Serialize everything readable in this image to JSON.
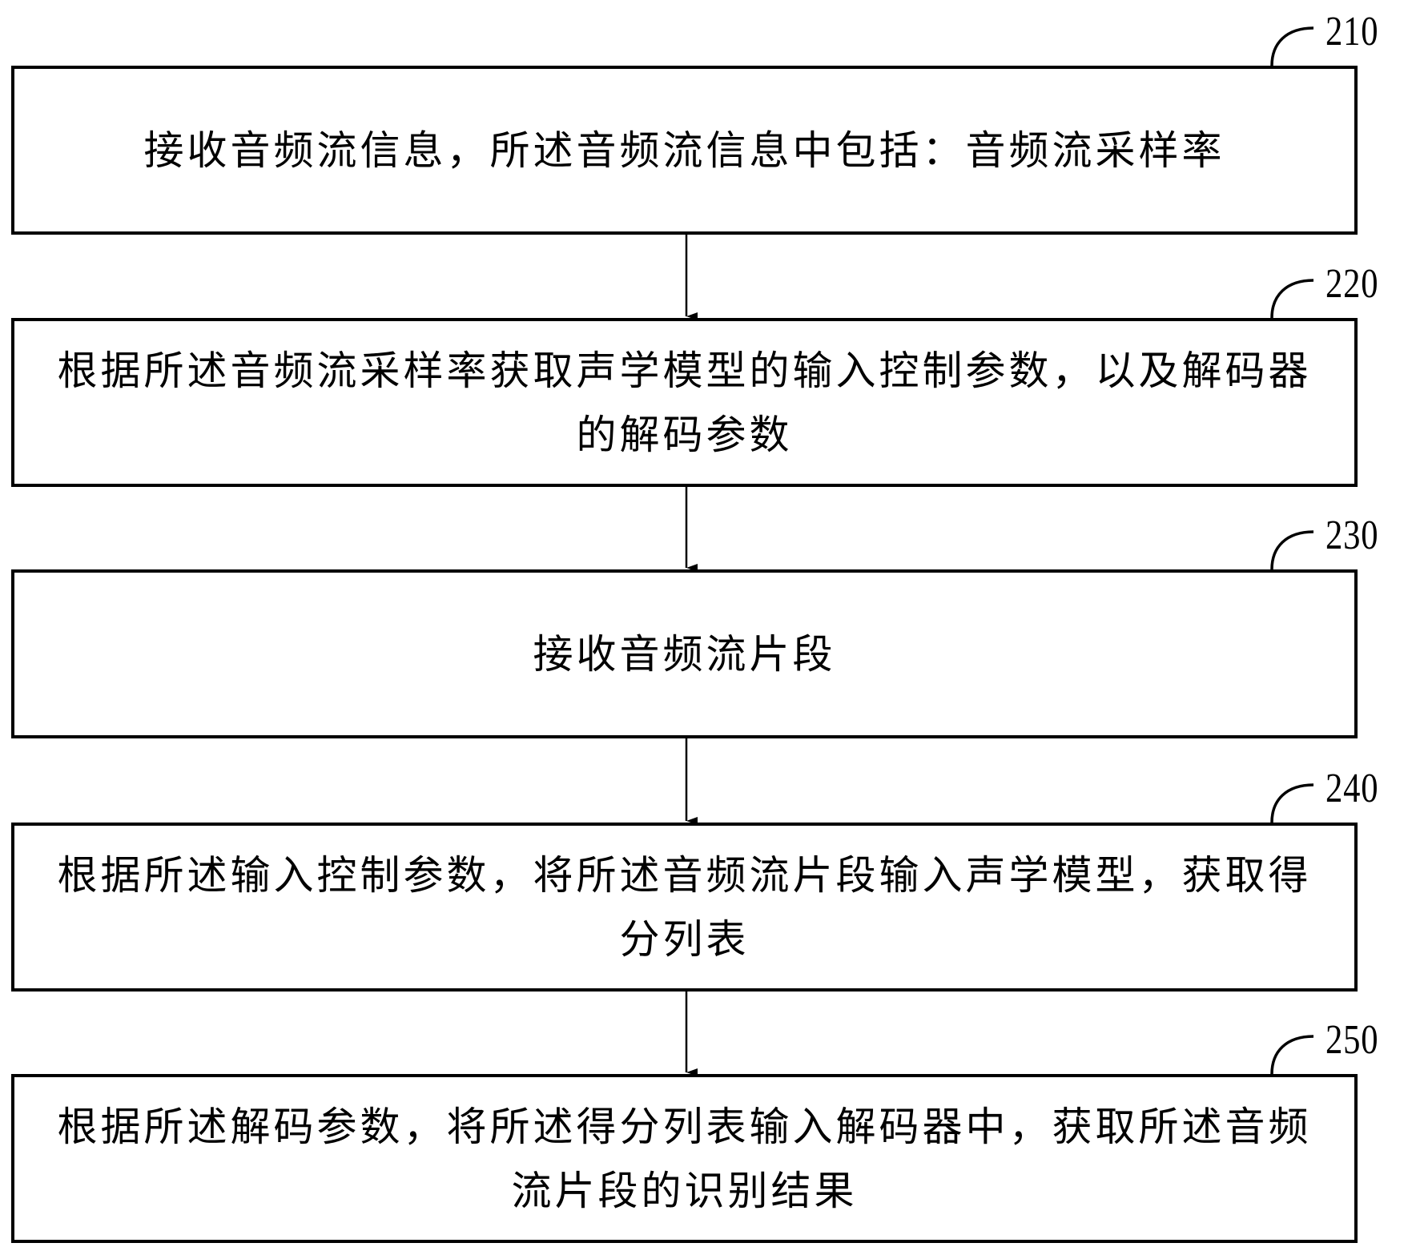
{
  "diagram": {
    "type": "flowchart",
    "direction": "top-to-bottom",
    "steps": [
      {
        "id": "210",
        "label": "210",
        "text": "接收音频流信息，所述音频流信息中包括：音频流采样率"
      },
      {
        "id": "220",
        "label": "220",
        "text": "根据所述音频流采样率获取声学模型的输入控制参数，以及解码器的解码参数"
      },
      {
        "id": "230",
        "label": "230",
        "text": "接收音频流片段"
      },
      {
        "id": "240",
        "label": "240",
        "text": "根据所述输入控制参数，将所述音频流片段输入声学模型，获取得分列表"
      },
      {
        "id": "250",
        "label": "250",
        "text": "根据所述解码参数，将所述得分列表输入解码器中，获取所述音频流片段的识别结果"
      }
    ],
    "edges": [
      {
        "from": "210",
        "to": "220"
      },
      {
        "from": "220",
        "to": "230"
      },
      {
        "from": "230",
        "to": "240"
      },
      {
        "from": "240",
        "to": "250"
      }
    ]
  }
}
